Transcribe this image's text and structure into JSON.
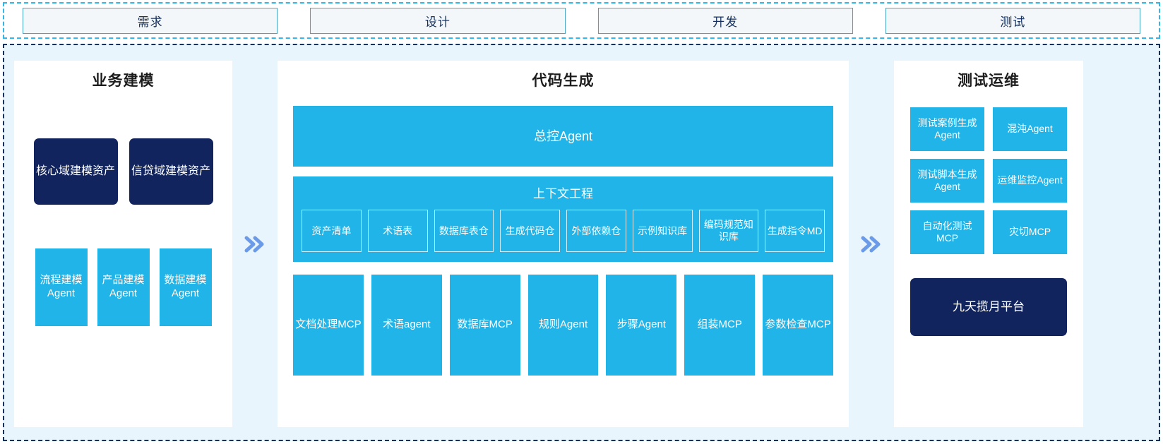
{
  "phases": {
    "items": [
      {
        "label": "需求"
      },
      {
        "label": "设计"
      },
      {
        "label": "开发"
      },
      {
        "label": "测试"
      }
    ]
  },
  "colors": {
    "accent_blue": "#20b4e8",
    "navy": "#11245e",
    "panel_bg": "#e9f5fd",
    "chevron": "#6b9ae8",
    "phase_border": "#4aa3c4",
    "frame_border": "#16325c"
  },
  "left_panel": {
    "title": "业务建模",
    "assets": [
      {
        "label": "核心域建模资产"
      },
      {
        "label": "信贷域建模资产"
      }
    ],
    "agents": [
      {
        "label": "流程建模Agent"
      },
      {
        "label": "产品建模Agent"
      },
      {
        "label": "数据建模Agent"
      }
    ]
  },
  "center_panel": {
    "title": "代码生成",
    "master_agent": "总控Agent",
    "context_engineering": {
      "title": "上下文工程",
      "items": [
        {
          "label": "资产清单"
        },
        {
          "label": "术语表"
        },
        {
          "label": "数据库表仓"
        },
        {
          "label": "生成代码仓"
        },
        {
          "label": "外部依赖仓"
        },
        {
          "label": "示例知识库"
        },
        {
          "label": "编码规范知识库"
        },
        {
          "label": "生成指令MD"
        }
      ]
    },
    "tools": [
      {
        "label": "文档处理MCP"
      },
      {
        "label": "术语agent"
      },
      {
        "label": "数据库MCP"
      },
      {
        "label": "规则Agent"
      },
      {
        "label": "步骤Agent"
      },
      {
        "label": "组装MCP"
      },
      {
        "label": "参数检查MCP"
      }
    ]
  },
  "right_panel": {
    "title": "测试运维",
    "items": [
      {
        "label": "测试案例生成Agent"
      },
      {
        "label": "混沌Agent"
      },
      {
        "label": "测试脚本生成Agent"
      },
      {
        "label": "运维监控Agent"
      },
      {
        "label": "自动化测试MCP"
      },
      {
        "label": "灾切MCP"
      }
    ],
    "platform": "九天揽月平台"
  },
  "arrows": {
    "left_to_center": "double-chevron-right",
    "center_to_right": "double-chevron-right"
  }
}
